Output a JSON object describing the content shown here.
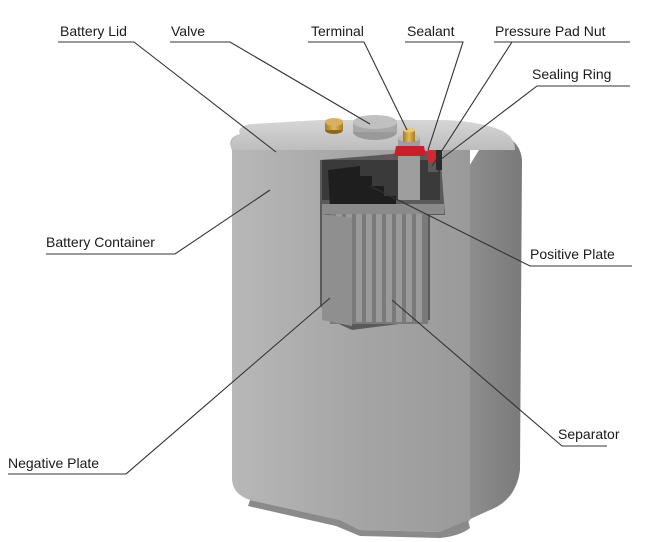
{
  "labels": {
    "battery_lid": "Battery Lid",
    "valve": "Valve",
    "terminal": "Terminal",
    "sealant": "Sealant",
    "pressure_pad_nut": "Pressure Pad Nut",
    "sealing_ring": "Sealing Ring",
    "battery_container": "Battery Container",
    "positive_plate": "Positive Plate",
    "negative_plate": "Negative Plate",
    "separator": "Separator"
  },
  "colors": {
    "leader_line": "#333333",
    "case_front": "#a9a9a9",
    "case_side": "#8c8c8c",
    "case_top": "#c4c4c4",
    "plate": "#6e6e6e",
    "terminal_brass": "#c9a040",
    "sealant_red": "#c8202a"
  }
}
